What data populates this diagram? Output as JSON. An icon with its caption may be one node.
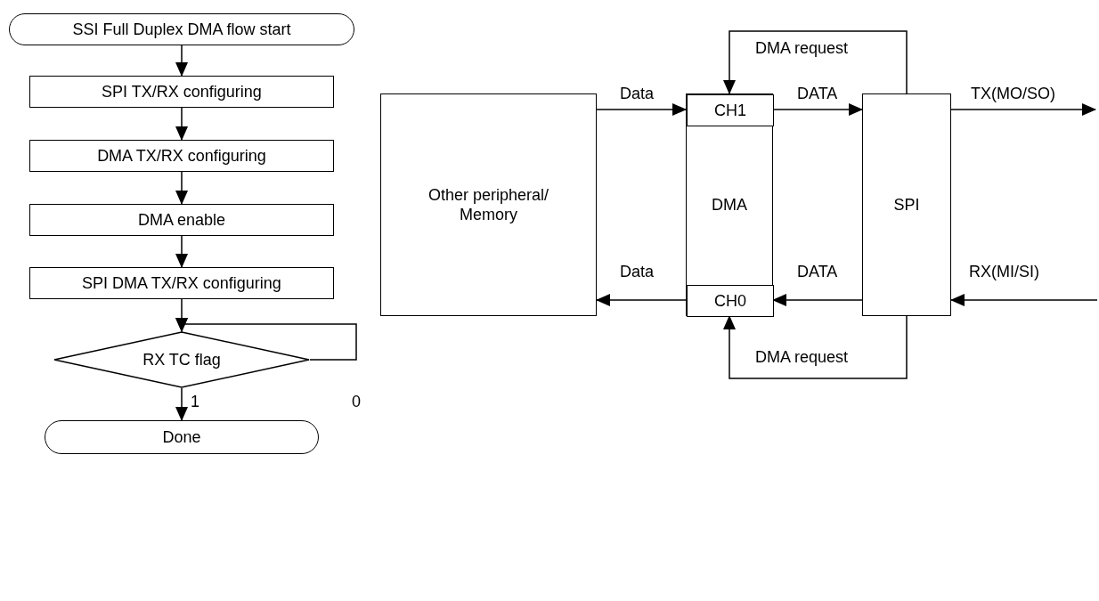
{
  "diagram": {
    "nodes": [
      {
        "text": [
          "SSI Full Duplex DMA flow start"
        ]
      },
      {
        "text": [
          "SPI TX/RX configuring"
        ]
      },
      {
        "text": [
          "DMA TX/RX configuring"
        ]
      },
      {
        "text": [
          "DMA enable"
        ]
      },
      {
        "text": [
          "SPI DMA TX/RX configuring"
        ]
      },
      {
        "text": [
          "RX TC flag"
        ]
      },
      {
        "text": [
          "Done"
        ]
      },
      {
        "text": [
          "Other peripheral/ Memory"
        ]
      },
      {
        "text": [
          "DMA"
        ]
      },
      {
        "text": [
          "CH1"
        ],
        "in": 8
      },
      {
        "text": [
          "CH0"
        ],
        "in": 8
      },
      {
        "text": [
          "SPI"
        ]
      }
    ],
    "edges": [
      {
        "from": 0,
        "to": 1,
        "arrow": "to"
      },
      {
        "from": 1,
        "to": 2,
        "arrow": "to"
      },
      {
        "from": 2,
        "to": 3,
        "arrow": "to"
      },
      {
        "from": 3,
        "to": 4,
        "arrow": "to"
      },
      {
        "from": 4,
        "to": 5,
        "arrow": "to"
      },
      {
        "from": 5,
        "to": 5,
        "arrow": "to",
        "label": "0"
      },
      {
        "from": 5,
        "to": 6,
        "arrow": "to",
        "label": "1"
      },
      {
        "from": 7,
        "to": 9,
        "arrow": "to",
        "label": "Data"
      },
      {
        "from": 9,
        "to": 11,
        "arrow": "to",
        "label": "DATA"
      },
      {
        "from": 11,
        "to": null,
        "arrow": "to",
        "label": "TX(MO/SO)"
      },
      {
        "from": 11,
        "to": 9,
        "arrow": "to",
        "label": "DMA request"
      },
      {
        "from": null,
        "to": 11,
        "arrow": "to",
        "label": "RX(MI/SI)"
      },
      {
        "from": 11,
        "to": 10,
        "arrow": "to",
        "label": "DATA"
      },
      {
        "from": 10,
        "to": 7,
        "arrow": "to",
        "label": "Data"
      },
      {
        "from": 11,
        "to": 10,
        "arrow": "to",
        "label": "DMA request"
      }
    ]
  }
}
